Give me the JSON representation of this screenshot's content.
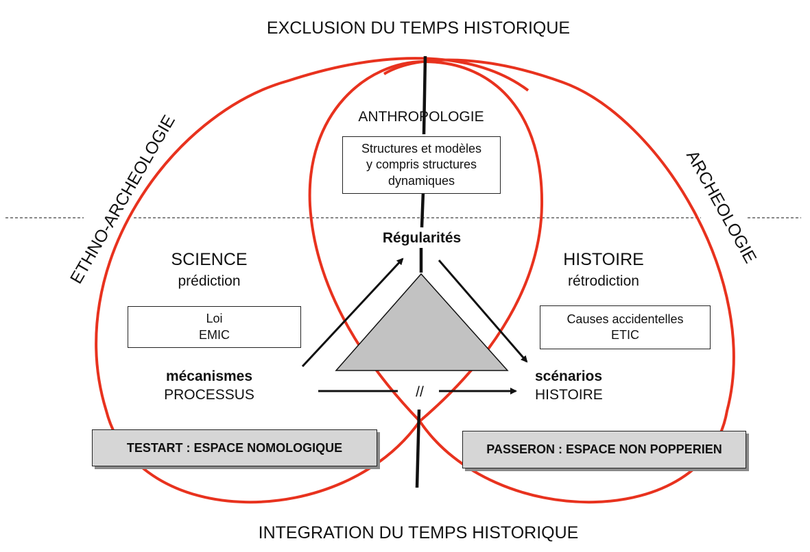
{
  "top_title": "EXCLUSION DU TEMPS HISTORIQUE",
  "bottom_title": "INTEGRATION DU TEMPS HISTORIQUE",
  "left_side": "ETHNO-ARCHEOLOGIE",
  "right_side": "ARCHEOLOGIE",
  "anthropology": {
    "title": "ANTHROPOLOGIE",
    "box_lines": [
      "Structures et modèles",
      "y compris structures",
      "dynamiques"
    ]
  },
  "center": {
    "label": "Régularités",
    "break_mark": "//"
  },
  "science": {
    "title": "SCIENCE",
    "subtitle": "prédiction",
    "box_lines": [
      "Loi",
      "EMIC"
    ],
    "bold_label": "mécanismes",
    "label": "PROCESSUS"
  },
  "history": {
    "title": "HISTOIRE",
    "subtitle": "rétrodiction",
    "box_lines": [
      "Causes accidentelles",
      "ETIC"
    ],
    "bold_label": "scénarios",
    "label": "HISTOIRE"
  },
  "bottom_boxes": {
    "left": "TESTART : ESPACE NOMOLOGIQUE",
    "right": "PASSERON : ESPACE NON POPPERIEN"
  },
  "colors": {
    "loop": "#e8321e",
    "triangle_fill": "#c2c2c2",
    "box_fill": "#d6d6d6",
    "line": "#111111"
  }
}
